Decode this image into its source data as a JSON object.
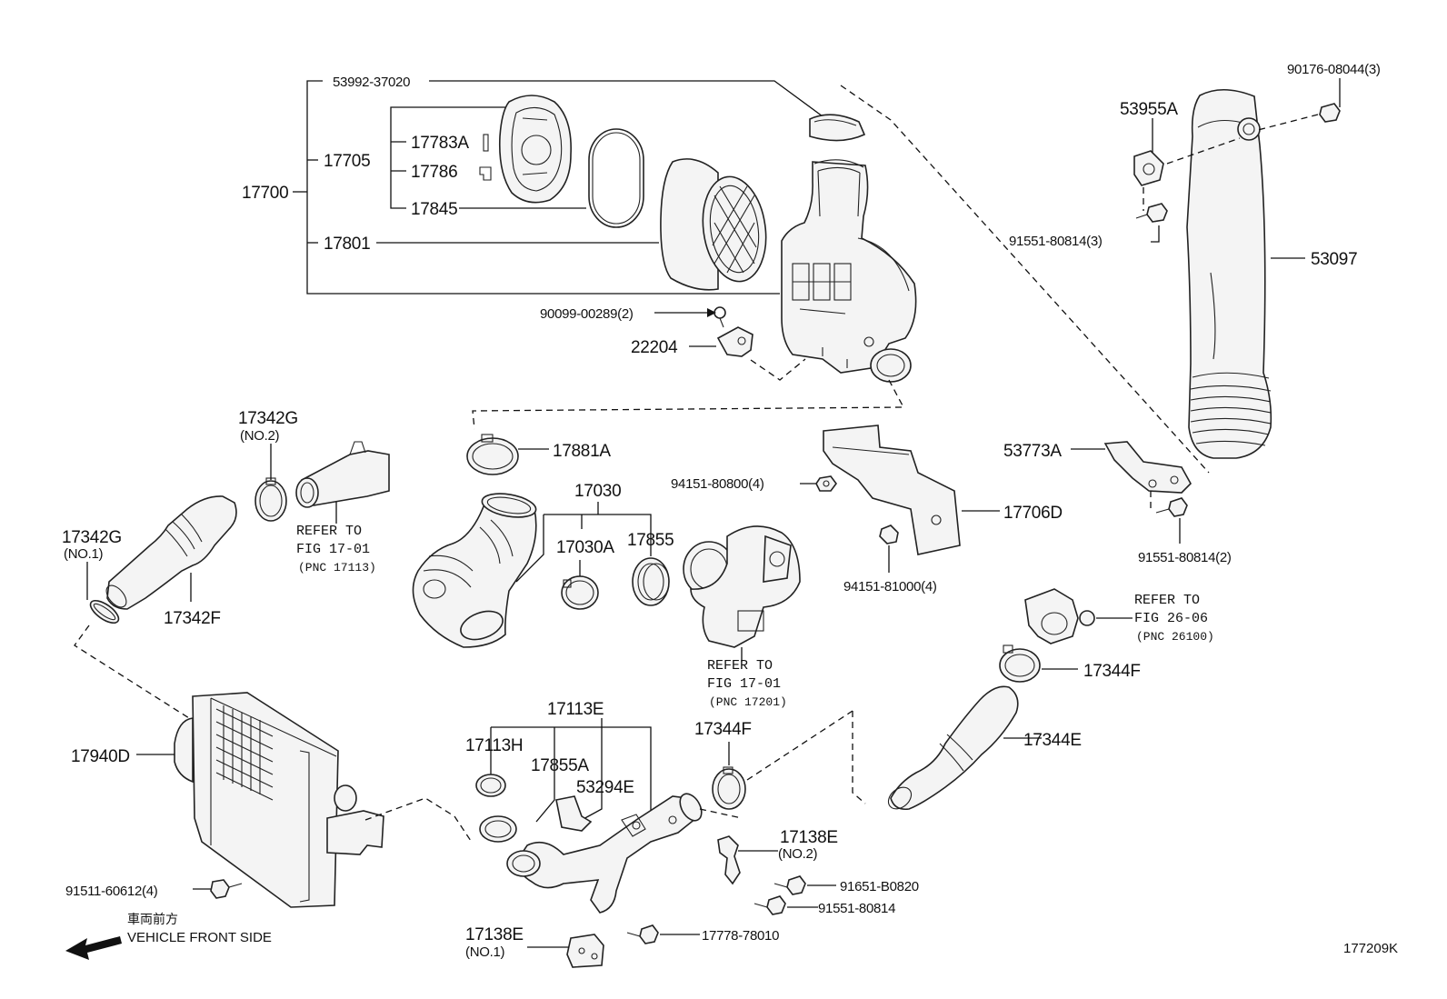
{
  "labels": {
    "p53992": "53992-37020",
    "p90176": "90176-08044(3)",
    "p53955A": "53955A",
    "p17783A": "17783A",
    "p17705": "17705",
    "p17786": "17786",
    "p17700": "17700",
    "p17845": "17845",
    "p17801": "17801",
    "p91551_3": "91551-80814(3)",
    "p53097": "53097",
    "p90099": "90099-00289(2)",
    "p22204": "22204",
    "p17342G_2": "17342G",
    "p17342G_2_sub": "(NO.2)",
    "p17881A": "17881A",
    "p17030": "17030",
    "p53773A": "53773A",
    "p94151_80800": "94151-80800(4)",
    "p17706D": "17706D",
    "p17342G_1": "17342G",
    "p17342G_1_sub": "(NO.1)",
    "p17030A": "17030A",
    "p17855": "17855",
    "p91551_2": "91551-80814(2)",
    "p94151_81000": "94151-81000(4)",
    "p17342F": "17342F",
    "p17344F_a": "17344F",
    "p17113E": "17113E",
    "p17344F_b": "17344F",
    "p17344E": "17344E",
    "p17113H": "17113H",
    "p17940D": "17940D",
    "p17855A": "17855A",
    "p53294E": "53294E",
    "p17138E_2": "17138E",
    "p17138E_2_sub": "(NO.2)",
    "p91651": "91651-B0820",
    "p91511": "91511-60612(4)",
    "p91551_1": "91551-80814",
    "p17778": "17778-78010",
    "p17138E_1": "17138E",
    "p17138E_1_sub": "(NO.1)"
  },
  "references": {
    "ref_17113": [
      "REFER TO",
      "FIG 17-01",
      "(PNC 17113)"
    ],
    "ref_17201": [
      "REFER TO",
      "FIG 17-01",
      "(PNC 17201)"
    ],
    "ref_26100": [
      "REFER TO",
      "FIG 26-06",
      "(PNC 26100)"
    ]
  },
  "orientation": {
    "japanese": "車両前方",
    "english": "VEHICLE FRONT SIDE"
  },
  "figure_id": "177209K"
}
